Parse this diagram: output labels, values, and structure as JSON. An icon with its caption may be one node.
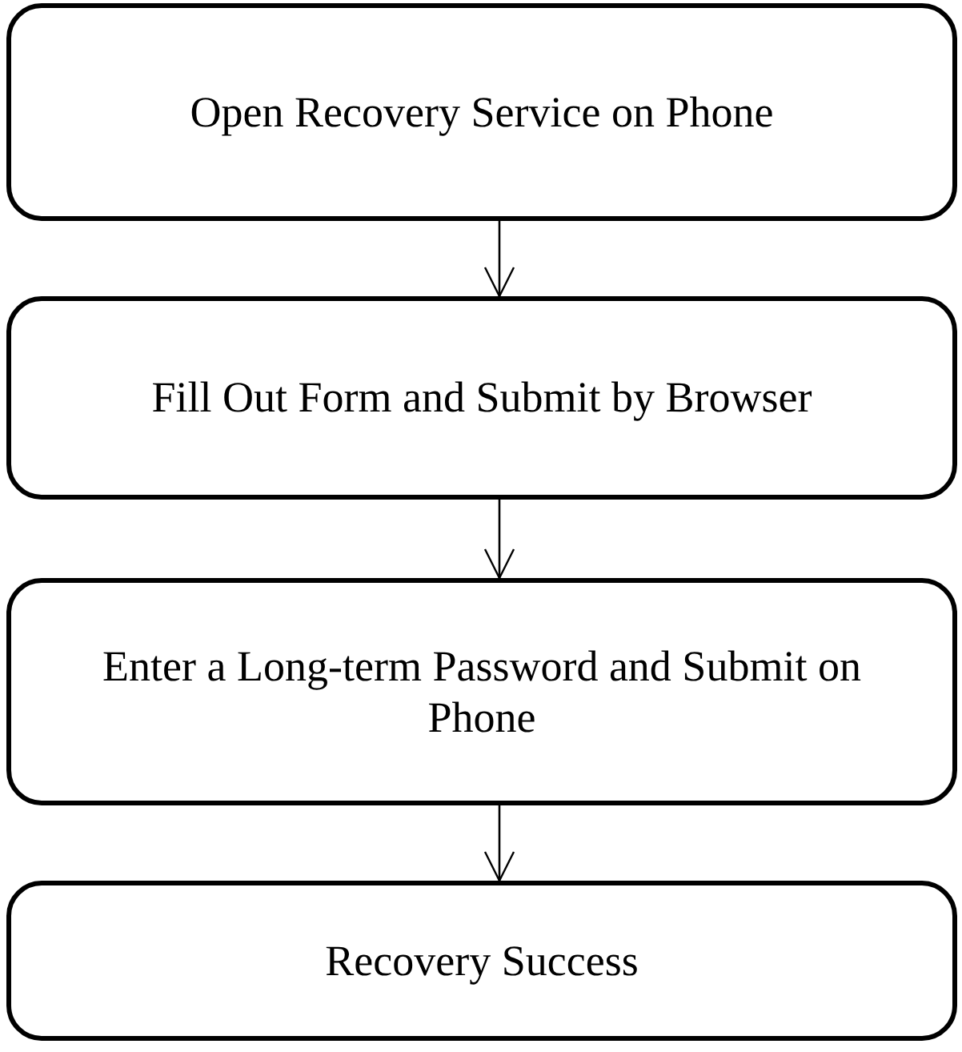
{
  "diagram": {
    "nodes": [
      {
        "text": [
          "Open Recovery Service on Phone"
        ]
      },
      {
        "text": [
          "Fill Out Form and Submit by Browser"
        ]
      },
      {
        "text": [
          "Enter a Long-term Password and Submit on Phone"
        ]
      },
      {
        "text": [
          "Recovery Success"
        ]
      }
    ],
    "edges": [
      {
        "from": 0,
        "to": 1,
        "arrow": "to"
      },
      {
        "from": 1,
        "to": 2,
        "arrow": "to"
      },
      {
        "from": 2,
        "to": 3,
        "arrow": "to"
      }
    ]
  }
}
